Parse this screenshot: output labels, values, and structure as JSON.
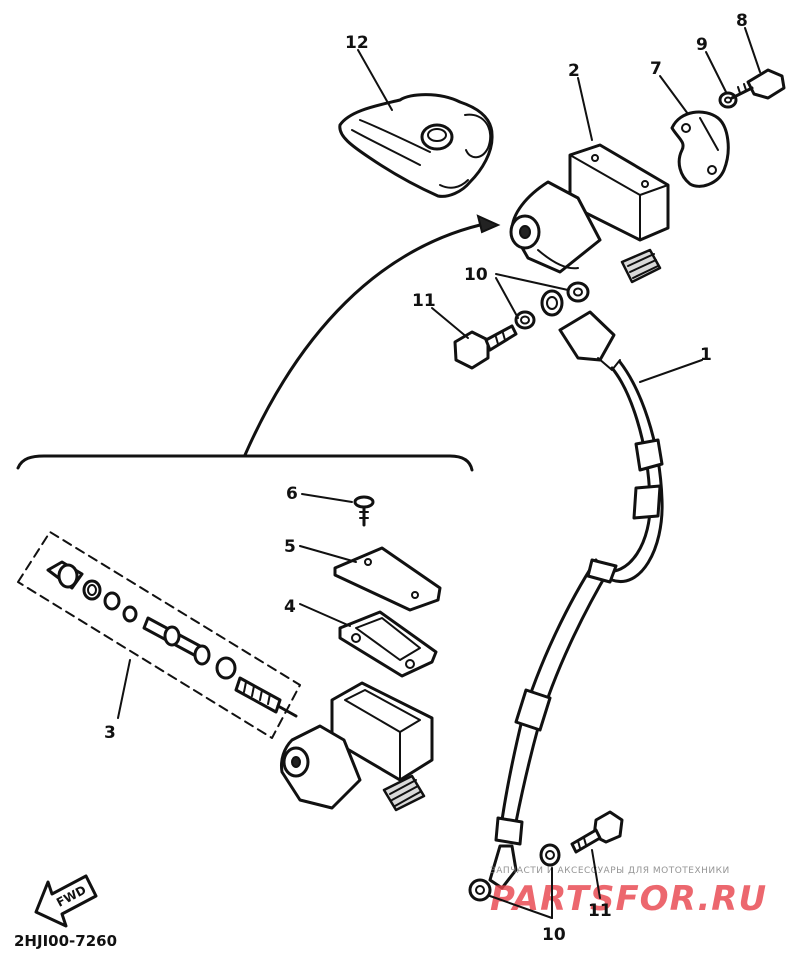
{
  "callouts": {
    "c1": "1",
    "c2": "2",
    "c3": "3",
    "c4": "4",
    "c5": "5",
    "c6": "6",
    "c7": "7",
    "c8": "8",
    "c9": "9",
    "c10a": "10",
    "c10b": "10",
    "c11a": "11",
    "c11b": "11",
    "c12": "12"
  },
  "fwd_label": "FWD",
  "drawing_code": "2HJI00-7260",
  "watermark": {
    "small_text": "ЗАПЧАСТИ И АКСЕССУАРЫ ДЛЯ МОТОТЕХНИКИ",
    "brand": "PARTSFOR.RU",
    "brand_color": "#e8424b"
  },
  "colors": {
    "ink": "#111111",
    "background": "#ffffff"
  }
}
